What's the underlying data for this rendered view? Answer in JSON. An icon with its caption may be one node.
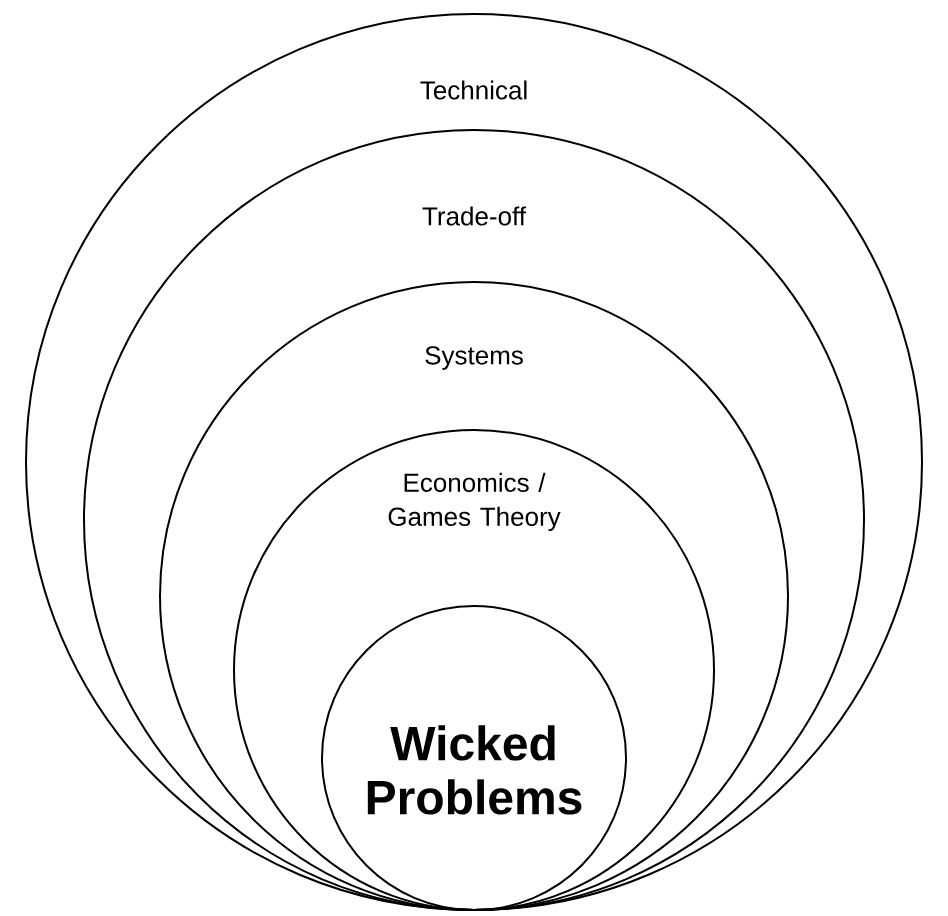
{
  "diagram": {
    "nodes": [
      {
        "text": [
          "Technical"
        ]
      },
      {
        "text": [
          "Trade-off"
        ],
        "in": 0
      },
      {
        "text": [
          "Systems"
        ],
        "in": 1
      },
      {
        "text": [
          "Economics / Games Theory"
        ],
        "in": 2
      },
      {
        "text": [
          "Wicked Problems"
        ],
        "in": 3
      }
    ]
  }
}
